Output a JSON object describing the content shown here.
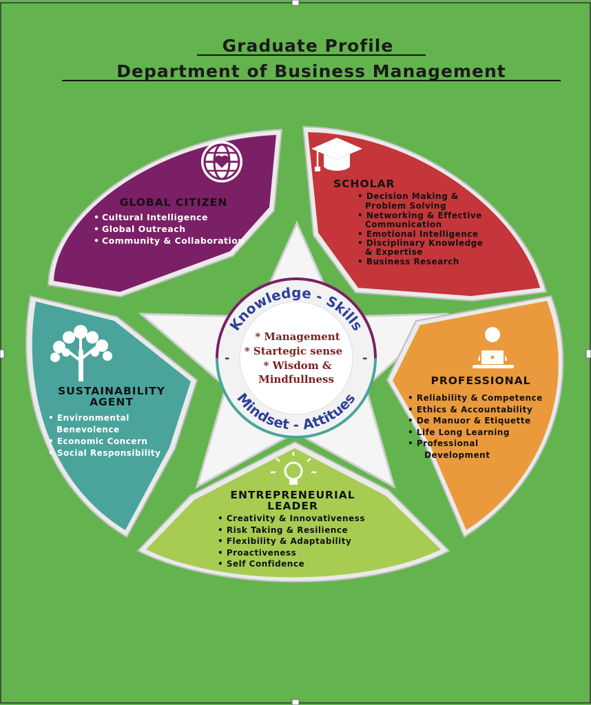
{
  "title": {
    "line1": "Graduate Profile",
    "line2": "Department of Business Management"
  },
  "colors": {
    "background": "#63b44e",
    "global_citizen": "#7b2066",
    "scholar": "#c4363a",
    "professional": "#ea9a3c",
    "entrepreneurial_leader": "#a8cc52",
    "sustainability_agent": "#4aa49c",
    "ring_text": "#2e3f99",
    "center_text": "#7a1f1f"
  },
  "segments": {
    "global_citizen": {
      "icon": "globe-heart-icon",
      "heading": "GLOBAL CITIZEN",
      "items": [
        "Cultural Intelligence",
        "Global Outreach",
        "Community & Collaboration"
      ]
    },
    "scholar": {
      "icon": "graduation-cap-icon",
      "heading": "SCHOLAR",
      "items": [
        "• Decision Making &",
        "Problem Solving",
        "• Networking & Effective",
        "Communication",
        "• Emotional Intelligence",
        "• Disciplinary Knowledge",
        "& Expertise",
        "• Business Research"
      ]
    },
    "professional": {
      "icon": "person-laptop-icon",
      "heading": "PROFESSIONAL",
      "items": [
        "• Reliability & Competence",
        "• Ethics & Accountability",
        "• De Manuor & Etiquette",
        "• Life Long Learning",
        "• Professional",
        "Development"
      ]
    },
    "entrepreneurial_leader": {
      "icon": "lightbulb-icon",
      "heading_line1": "ENTREPRENEURIAL",
      "heading_line2": "LEADER",
      "items": [
        "• Creativity & Innovativeness",
        "• Risk Taking & Resilience",
        "• Flexibility & Adaptability",
        "• Proactiveness",
        "• Self Confidence"
      ]
    },
    "sustainability_agent": {
      "icon": "tree-icon",
      "heading_line1": "SUSTAINABILITY",
      "heading_line2": "AGENT",
      "items": [
        "• Environmental",
        "Benevolence",
        "• Economic Concern",
        "• Social Responsibility"
      ]
    }
  },
  "center": {
    "ring_top": "Knowledge - Skills",
    "ring_bottom": "Mindset - Attitues",
    "ring_left_dash": "-",
    "ring_right_dash": "-",
    "lines": [
      "* Management",
      "* Startegic sense",
      "* Wisdom &",
      "Mindfullness"
    ]
  }
}
